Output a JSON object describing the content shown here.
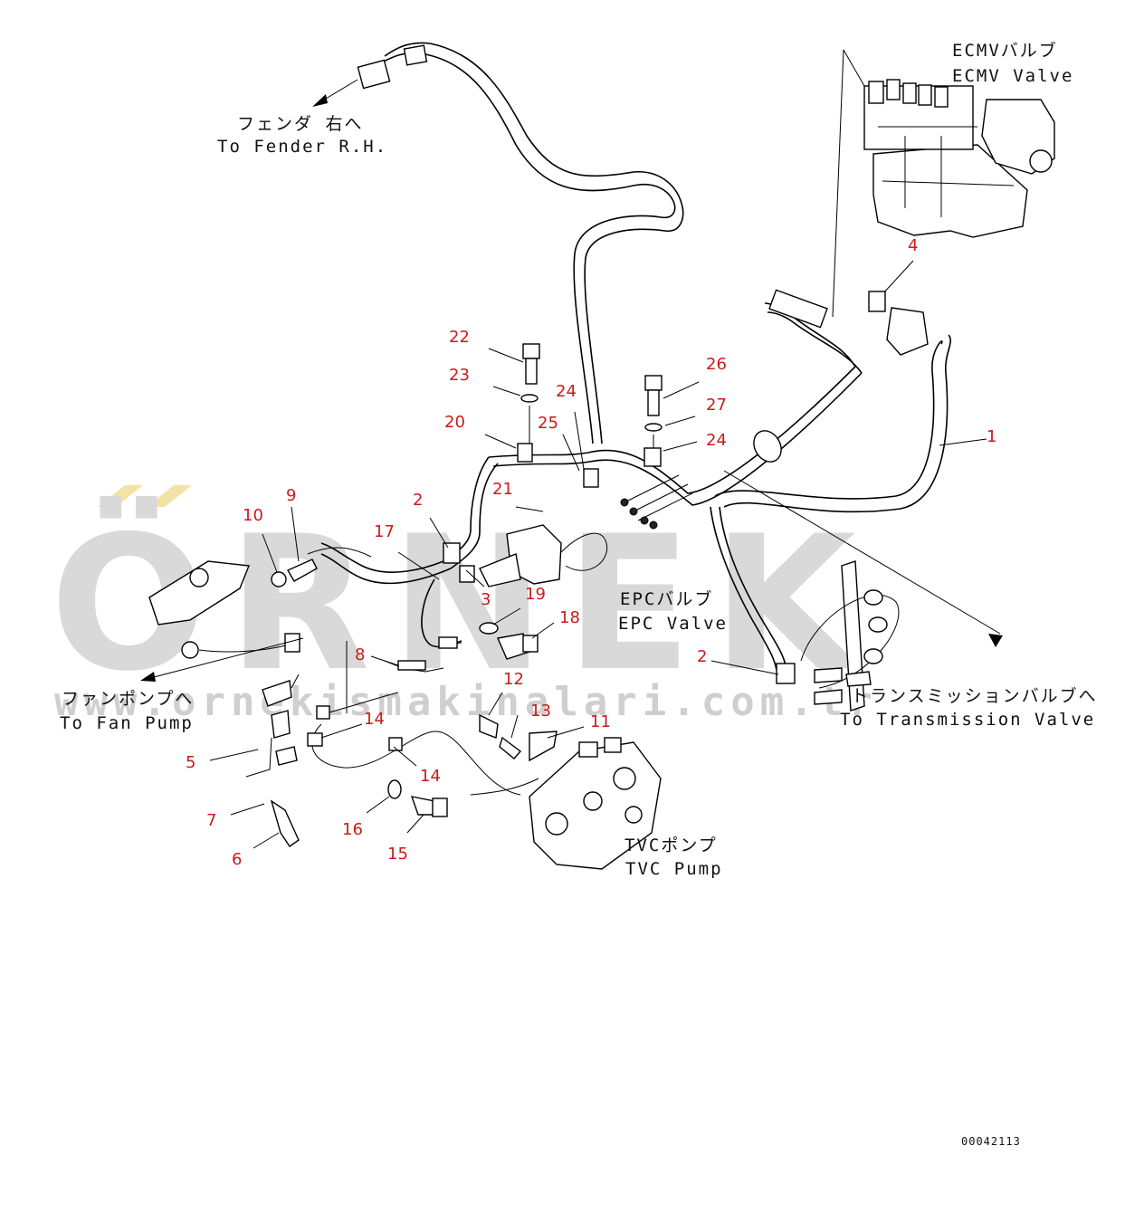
{
  "watermark": {
    "brand": "ÖRNEK",
    "url": "www.ornekismakinalari.com.tr"
  },
  "labels": {
    "fender_jp": "フェンダ 右へ",
    "fender_en": "To Fender R.H.",
    "ecmv_jp": "ECMVバルブ",
    "ecmv_en": "ECMV Valve",
    "epc_jp": "EPCバルブ",
    "epc_en": "EPC Valve",
    "fan_jp": "ファンポンプへ",
    "fan_en": "To Fan Pump",
    "trans_jp": "トランスミッションバルブへ",
    "trans_en": "To Transmission Valve",
    "tvc_jp": "TVCポンプ",
    "tvc_en": "TVC Pump"
  },
  "callouts": {
    "c22": "22",
    "c23": "23",
    "c24a": "24",
    "c25": "25",
    "c20": "20",
    "c26": "26",
    "c27": "27",
    "c24b": "24",
    "c1": "1",
    "c4": "4",
    "c2a": "2",
    "c21": "21",
    "c9": "9",
    "c10": "10",
    "c17": "17",
    "c3": "3",
    "c19": "19",
    "c18": "18",
    "c8": "8",
    "c2b": "2",
    "c12": "12",
    "c14a": "14",
    "c13": "13",
    "c11": "11",
    "c5": "5",
    "c14b": "14",
    "c7": "7",
    "c16": "16",
    "c15": "15",
    "c6": "6"
  },
  "drawing_number": "00042113",
  "colors": {
    "callout": "#cc1a1a",
    "line": "#000000",
    "watermark": "#d9d9d9",
    "watermark_accent": "#f3e2a6"
  }
}
